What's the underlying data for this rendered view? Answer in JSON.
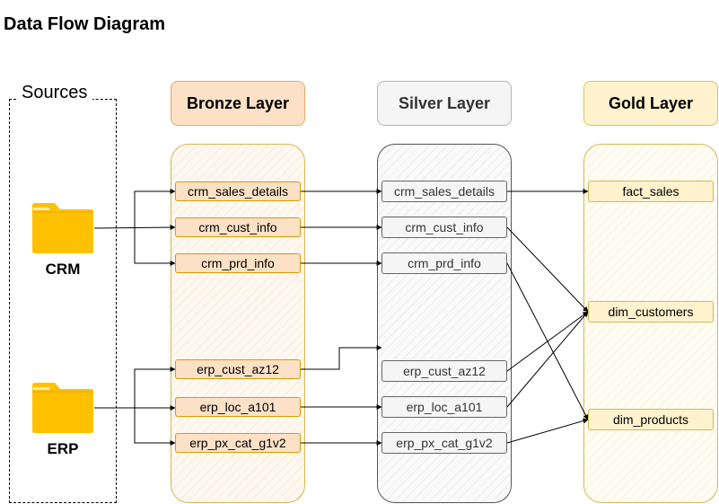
{
  "title": "Data Flow Diagram",
  "sources": {
    "label": "Sources",
    "crm": "CRM",
    "erp": "ERP"
  },
  "layers": {
    "bronze": "Bronze Layer",
    "silver": "Silver Layer",
    "gold": "Gold Layer"
  },
  "bronze_tables": [
    "crm_sales_details",
    "crm_cust_info",
    "crm_prd_info",
    "erp_cust_az12",
    "erp_loc_a101",
    "erp_px_cat_g1v2"
  ],
  "silver_tables": [
    "crm_sales_details",
    "crm_cust_info",
    "crm_prd_info",
    "erp_cust_az12",
    "erp_loc_a101",
    "erp_px_cat_g1v2"
  ],
  "gold_tables": [
    "fact_sales",
    "dim_customers",
    "dim_products"
  ],
  "colors": {
    "bronze_fill": "#fde1c6",
    "bronze_border": "#d79b00",
    "silver_fill": "#f5f5f5",
    "silver_border": "#666666",
    "gold_fill": "#fff2cc",
    "gold_border": "#d6b656",
    "folder": "#ffc000"
  }
}
